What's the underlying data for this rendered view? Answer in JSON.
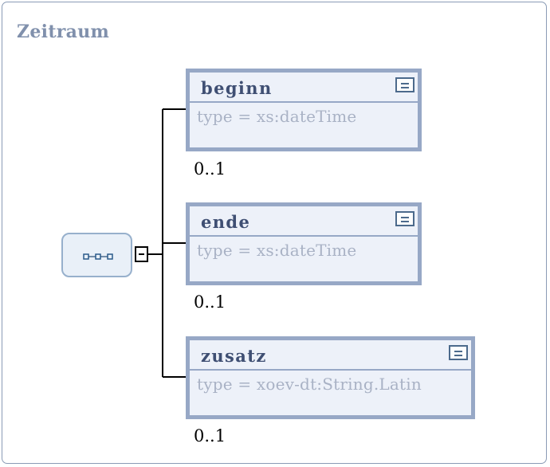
{
  "diagram": {
    "title": "Zeitraum",
    "sequence_icon": "sequence-compositor-icon",
    "collapse_icon": "minus-icon",
    "elements": [
      {
        "name": "beginn",
        "type": "type = xs:dateTime",
        "occurrence": "0..1",
        "doc_icon": "documentation-icon"
      },
      {
        "name": "ende",
        "type": "type = xs:dateTime",
        "occurrence": "0..1",
        "doc_icon": "documentation-icon"
      },
      {
        "name": "zusatz",
        "type": "type = xoev-dt:String.Latin",
        "occurrence": "0..1",
        "doc_icon": "documentation-icon"
      }
    ],
    "colors": {
      "border": "#97a8c6",
      "fill": "#edf1f9",
      "name_text": "#3f4f73",
      "type_text": "#a9b2c5",
      "title_text": "#8090ac"
    }
  }
}
